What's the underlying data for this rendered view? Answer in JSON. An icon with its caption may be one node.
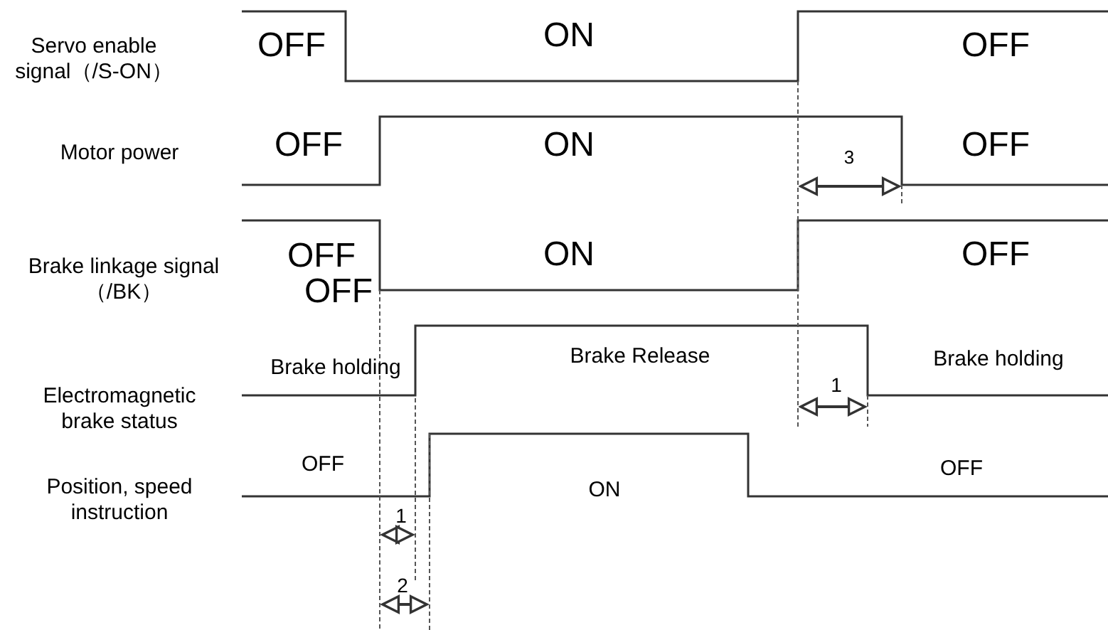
{
  "diagram": {
    "labels": [
      "Servo enable signal（/S-ON）",
      "OFF",
      "ON",
      "OFF",
      "Motor power",
      "OFF",
      "ON",
      "3",
      "OFF",
      "Brake linkage signal（/BK）",
      "OFF",
      "ON",
      "OFF",
      "OFF",
      "Brake holding",
      "Brake Release",
      "Brake holding",
      "Electromagnetic brake status",
      "1",
      "OFF",
      "Position, speed instruction",
      "ON",
      "OFF",
      "1",
      "2"
    ]
  }
}
